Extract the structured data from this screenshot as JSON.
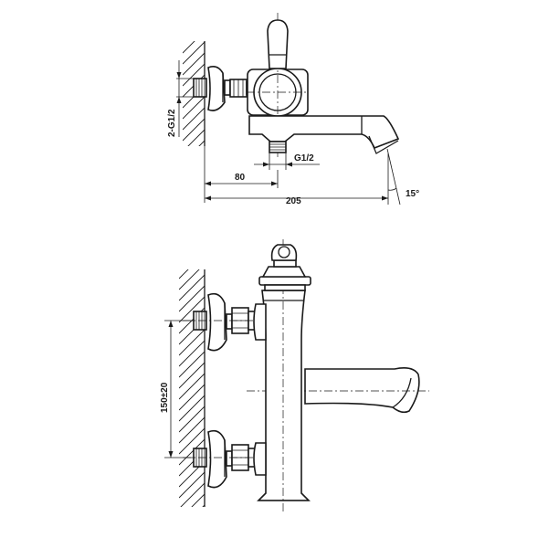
{
  "dimensions": {
    "inlet_thread": "2-G1/2",
    "outlet_thread": "G1/2",
    "wall_to_center": "80",
    "overall_length": "205",
    "spout_angle": "15°",
    "center_distance": "150±20"
  }
}
